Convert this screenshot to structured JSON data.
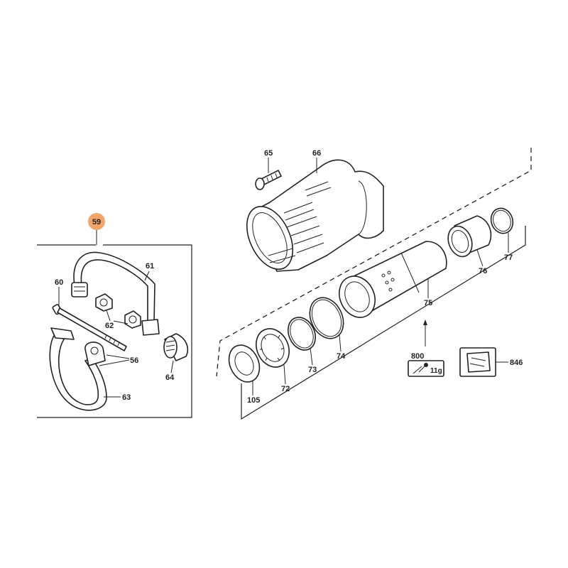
{
  "callouts": {
    "p59": "59",
    "p60": "60",
    "p61": "61",
    "p62": "62",
    "p56": "56",
    "p63": "63",
    "p64": "64",
    "p65": "65",
    "p66": "66",
    "p77": "77",
    "p76": "76",
    "p75": "75",
    "p74": "74",
    "p73": "73",
    "p72": "72",
    "p105": "105",
    "p800": "800",
    "p846": "846"
  },
  "grease_amount": "11g",
  "colors": {
    "highlight_badge": "#f2a56b",
    "line": "#222222"
  },
  "icons": {
    "grease_gun": "grease-gun-icon",
    "bag": "bag-icon"
  }
}
